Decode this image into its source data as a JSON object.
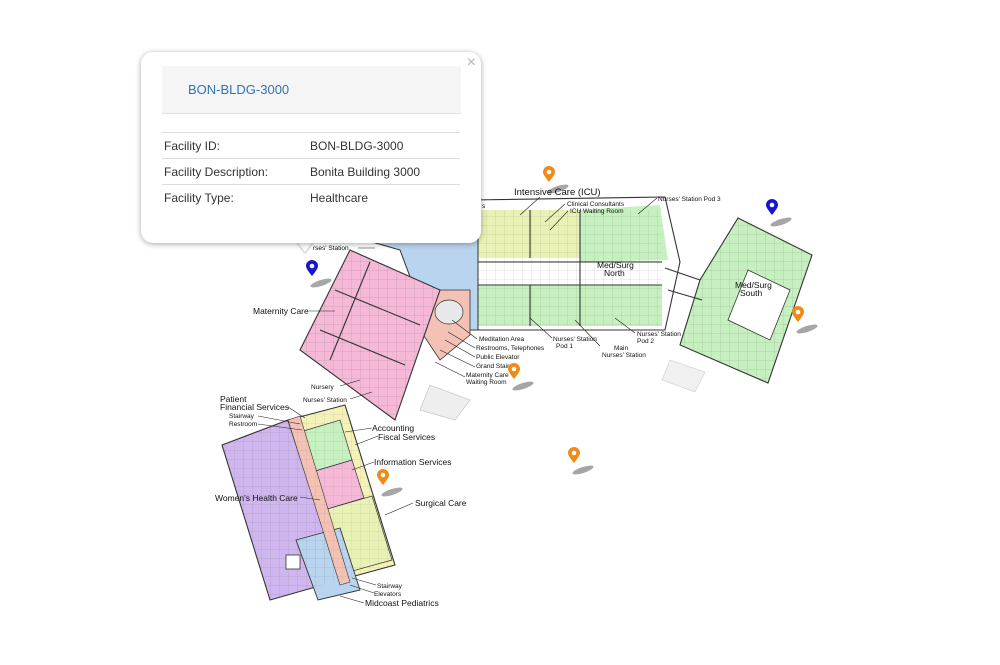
{
  "popup": {
    "close_symbol": "×",
    "title": "BON-BLDG-3000",
    "rows": [
      {
        "label": "Facility ID:",
        "value": "BON-BLDG-3000"
      },
      {
        "label": "Facility Description:",
        "value": "Bonita Building 3000"
      },
      {
        "label": "Facility Type:",
        "value": "Healthcare"
      }
    ]
  },
  "map_labels": {
    "icu": "Intensive Care (ICU)",
    "clinical_consultants": "Clinical Consultants",
    "icu_waiting": "ICU Waiting Room",
    "nurses_pod3": "Nurses' Station Pod 3",
    "med_surg_north_1": "Med/Surg",
    "med_surg_north_2": "North",
    "med_surg_south_1": "Med/Surg",
    "med_surg_south_2": "South",
    "nurses_station_top": "rses' Station",
    "maternity": "Maternity Care",
    "meditation": "Meditation Area",
    "restrooms_tel": "Restrooms, Telephones",
    "public_elevator": "Public Elevator",
    "grand_stairs": "Grand Stairs",
    "maternity_waiting_1": "Maternity Care",
    "maternity_waiting_2": "Waiting Room",
    "nurses_pod1_1": "Nurses' Station",
    "nurses_pod1_2": "Pod 1",
    "main_nurses_1": "Main",
    "main_nurses_2": "Nurses' Station",
    "nurses_pod2_1": "Nurses' Station",
    "nurses_pod2_2": "Pod 2",
    "nursery": "Nursery",
    "nurses_station_low": "Nurses' Station",
    "patient_fin_1": "Patient",
    "patient_fin_2": "Financial Services",
    "stairway_top": "Stairway",
    "restroom": "Restroom",
    "accounting": "Accounting",
    "fiscal": "Fiscal Services",
    "info_services": "Information Services",
    "womens_health": "Women's Health Care",
    "surgical": "Surgical Care",
    "stairway_bottom": "Stairway",
    "elevators": "Elevators",
    "midcoast": "Midcoast Pediatrics",
    "partial_s": "s"
  },
  "colors": {
    "popup_title": "#2f73b6",
    "pin_blue": "#1414d2",
    "pin_orange": "#f08a16",
    "zone_green": "#c6f0bf",
    "zone_yellow": "#e9f2b4",
    "zone_blue": "#b9d4ee",
    "zone_pink": "#f5b8d6",
    "zone_salmon": "#f4c2b4",
    "zone_purple": "#cfb6ee",
    "zone_lightyellow": "#f4f1b9"
  },
  "markers": [
    {
      "icon": "map-marker-blue-icon",
      "color": "blue"
    },
    {
      "icon": "map-marker-blue-icon",
      "color": "blue"
    },
    {
      "icon": "map-marker-orange-icon",
      "color": "orange"
    },
    {
      "icon": "map-marker-orange-icon",
      "color": "orange"
    },
    {
      "icon": "map-marker-orange-icon",
      "color": "orange"
    },
    {
      "icon": "map-marker-orange-icon",
      "color": "orange"
    },
    {
      "icon": "map-marker-orange-icon",
      "color": "orange"
    }
  ]
}
